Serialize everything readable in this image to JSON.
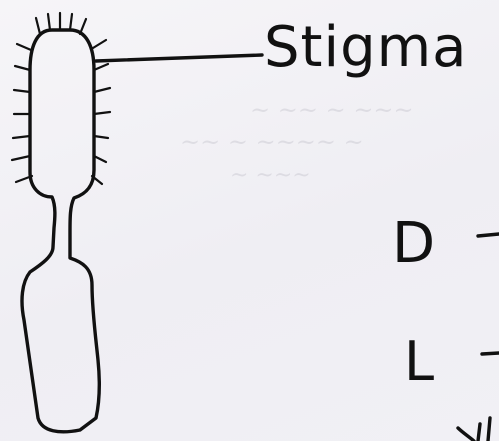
{
  "diagram": {
    "labels": {
      "stigma": "Stigma",
      "d": "D",
      "l": "L"
    }
  }
}
